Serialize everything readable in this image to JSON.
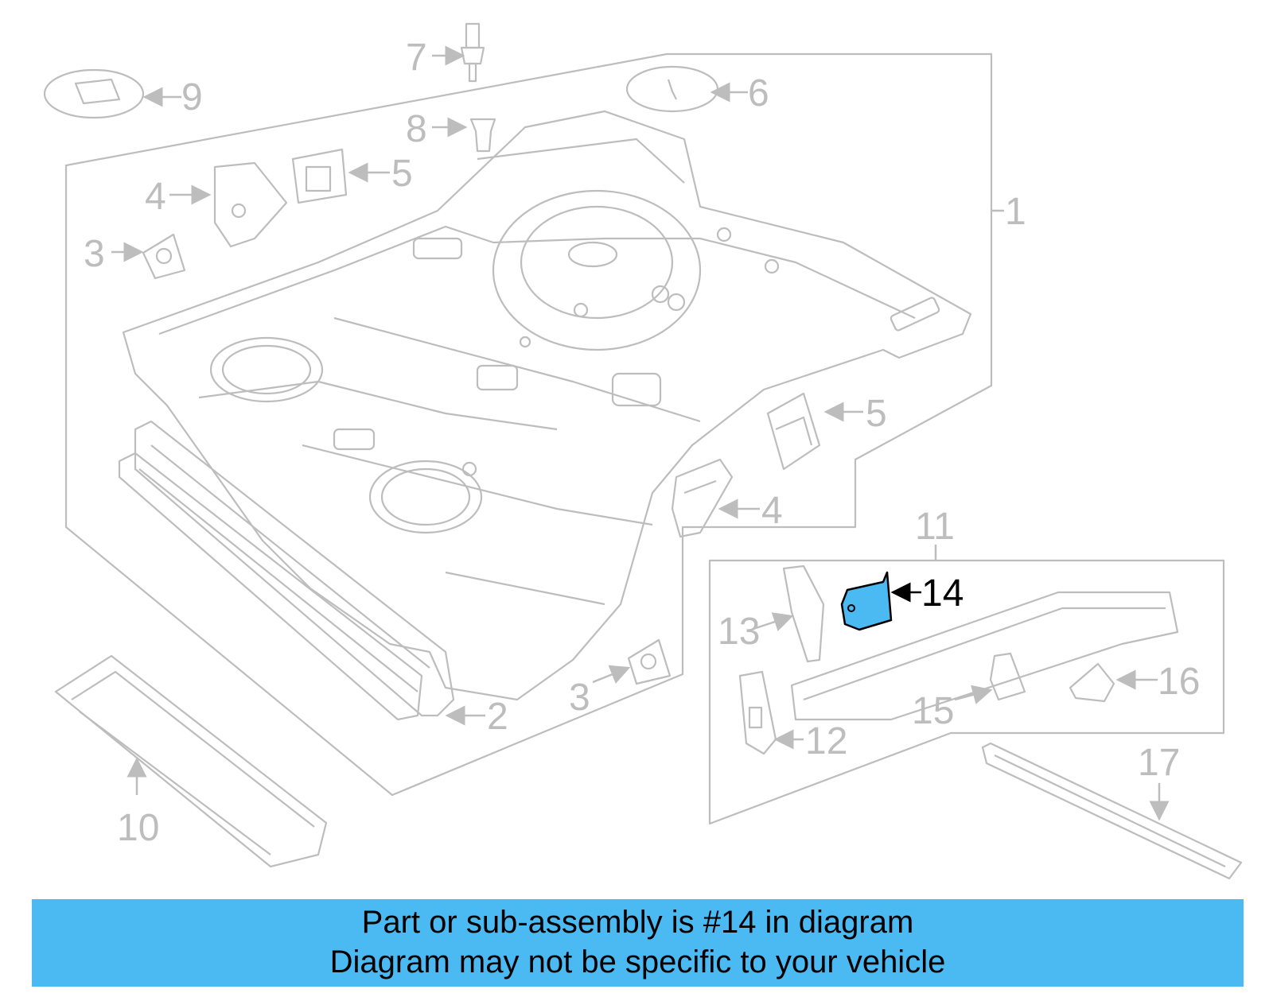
{
  "diagram": {
    "callouts": {
      "c1": "1",
      "c2": "2",
      "c3a": "3",
      "c3b": "3",
      "c4a": "4",
      "c4b": "4",
      "c5a": "5",
      "c5b": "5",
      "c6": "6",
      "c7": "7",
      "c8": "8",
      "c9": "9",
      "c10": "10",
      "c11": "11",
      "c12": "12",
      "c13": "13",
      "c14": "14",
      "c15": "15",
      "c16": "16",
      "c17": "17"
    },
    "highlighted_part": "14",
    "colors": {
      "line": "#bdbdbd",
      "highlight_fill": "#4bbaf2",
      "highlight_stroke": "#000000"
    }
  },
  "banner": {
    "line1": "Part or sub-assembly is #14 in diagram",
    "line2": "Diagram may not be specific to your vehicle",
    "color": "#4bbaf2"
  }
}
